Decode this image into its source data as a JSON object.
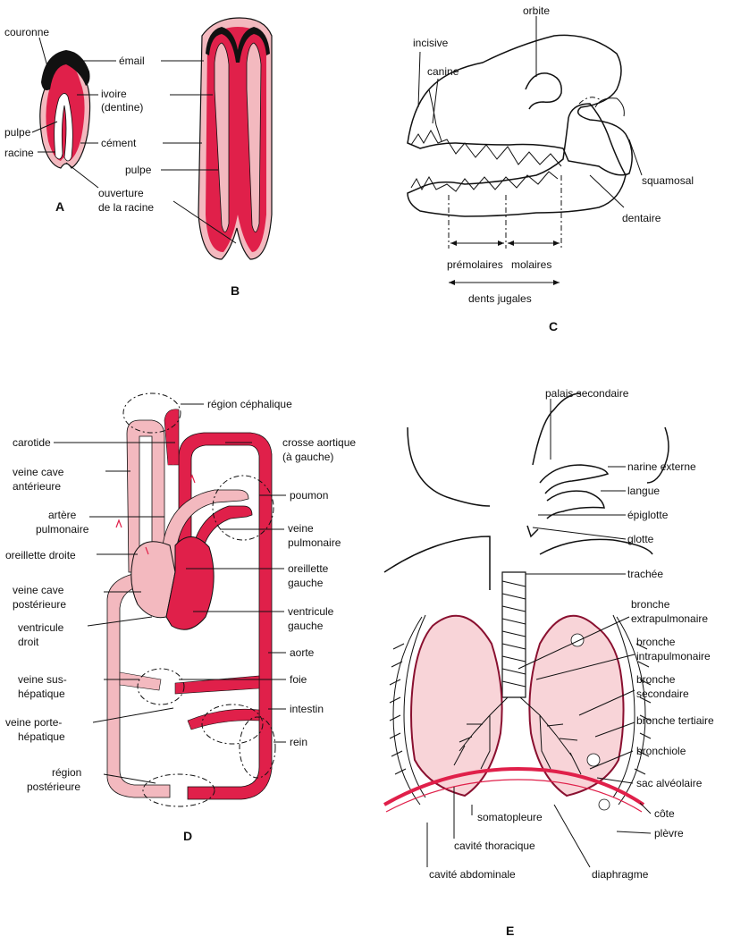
{
  "colors": {
    "red": "#e0204a",
    "pink": "#f3b9bf",
    "lightpink": "#f8d4d8",
    "black": "#111111"
  },
  "panels": {
    "A": "A",
    "B": "B",
    "C": "C",
    "D": "D",
    "E": "E"
  },
  "tooth_labels": {
    "couronne": "couronne",
    "email": "émail",
    "ivoire": "ivoire",
    "dentine": "(dentine)",
    "pulpe_a": "pulpe",
    "cement": "cément",
    "racine": "racine",
    "pulpe_b": "pulpe",
    "ouverture1": "ouverture",
    "ouverture2": "de la racine"
  },
  "skull_labels": {
    "orbite": "orbite",
    "incisive": "incisive",
    "canine": "canine",
    "squamosal": "squamosal",
    "dentaire": "dentaire",
    "premolaires": "prémolaires",
    "molaires": "molaires",
    "jugales": "dents jugales"
  },
  "circulation_labels": {
    "cephalique": "région céphalique",
    "carotide": "carotide",
    "crosse1": "crosse aortique",
    "crosse2": "(à gauche)",
    "vc_ant1": "veine cave",
    "vc_ant2": "antérieure",
    "poumon": "poumon",
    "art_pulm1": "artère",
    "art_pulm2": "pulmonaire",
    "v_pulm1": "veine",
    "v_pulm2": "pulmonaire",
    "or_droite": "oreillette droite",
    "or_gauche1": "oreillette",
    "or_gauche2": "gauche",
    "vc_post1": "veine cave",
    "vc_post2": "postérieure",
    "vd1": "ventricule",
    "vd2": "droit",
    "vg1": "ventricule",
    "vg2": "gauche",
    "aorte": "aorte",
    "sus_hep1": "veine sus-",
    "sus_hep2": "hépatique",
    "foie": "foie",
    "intestin": "intestin",
    "porte1": "veine porte-",
    "porte2": "hépatique",
    "rein": "rein",
    "posterieure1": "région",
    "posterieure2": "postérieure"
  },
  "respiration_labels": {
    "palais": "palais secondaire",
    "narine": "narine externe",
    "langue": "langue",
    "epiglotte": "épiglotte",
    "glotte": "glotte",
    "trachee": "trachée",
    "b_extra1": "bronche",
    "b_extra2": "extrapulmonaire",
    "b_intra1": "bronche",
    "b_intra2": "intrapulmonaire",
    "b_sec1": "bronche",
    "b_sec2": "secondaire",
    "b_tert": "bronche tertiaire",
    "bronchiole": "bronchiole",
    "sac": "sac alvéolaire",
    "cote": "côte",
    "plevre": "plèvre",
    "somatopleure": "somatopleure",
    "thoracique": "cavité thoracique",
    "abdominale": "cavité abdominale",
    "diaphragme": "diaphragme"
  }
}
